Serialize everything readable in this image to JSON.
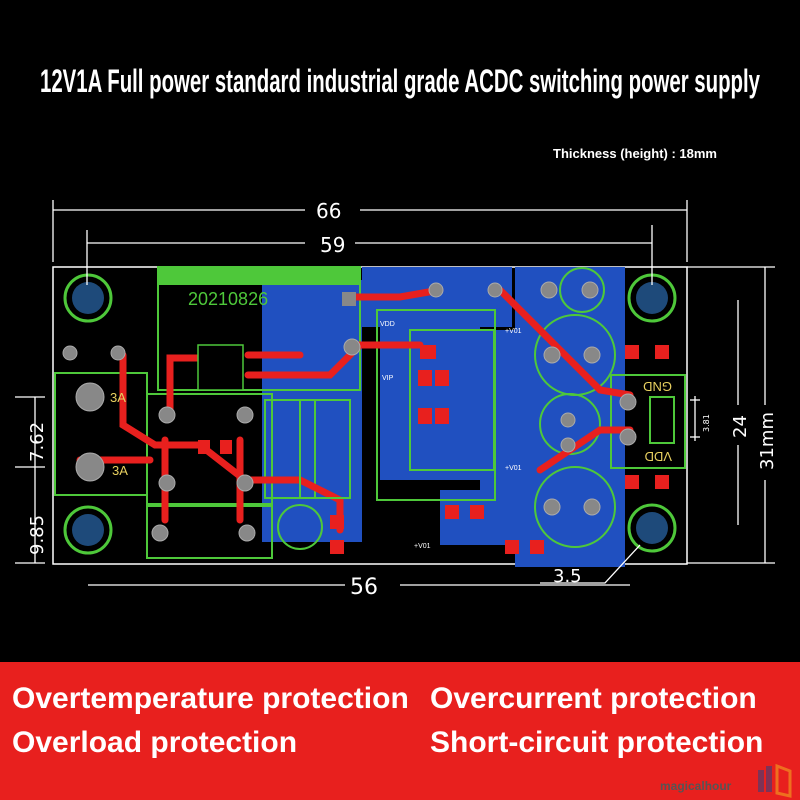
{
  "title": "12V1A Full power standard industrial grade ACDC switching power supply",
  "subtitle": "Thickness (height) : 18mm",
  "pcb": {
    "date_code": "20210826",
    "labels": {
      "fuse_a": "3A",
      "fuse_b": "3A",
      "gnd": "GND",
      "vdd": "VDD",
      "vdd_pad": "VDD",
      "vip_pad": "VIP",
      "v01_a": "+V01",
      "v01_b": "+V01",
      "v01_c": "+V01"
    },
    "dimensions": {
      "width_total": "66",
      "hole_spacing_x": "59",
      "bottom": "56",
      "edge_offset": "3.5",
      "height_total": "31mm",
      "hole_spacing_y": "24",
      "pitch_right": "3.81",
      "pitch_left": "7.62",
      "left_offset": "9.85"
    }
  },
  "features": [
    "Overtemperature protection",
    "Overcurrent protection",
    "Overload protection",
    "Short-circuit protection"
  ],
  "watermark": "magicalhour",
  "colors": {
    "background": "#000000",
    "banner": "#e8201e",
    "copper_top": "#e8201e",
    "copper_bottom": "#2050c0",
    "silkscreen": "#4ec83a",
    "dimension": "#ffffff"
  }
}
